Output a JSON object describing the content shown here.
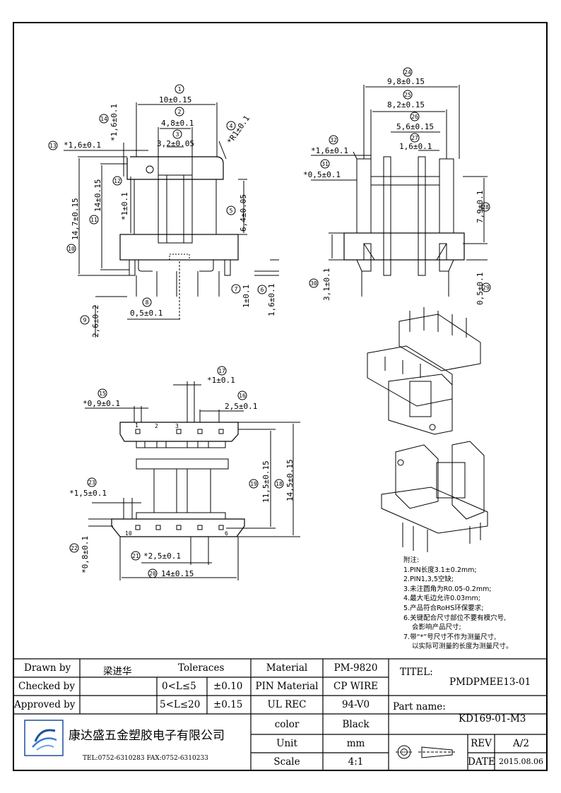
{
  "views": {
    "front": {
      "dims": {
        "d1": "10±0.15",
        "d2": "4,8±0.1",
        "d3": "3,2±0.05",
        "d4": "*R1±0.1",
        "d5": "6,4±0.05",
        "d6": "1,6±0.1",
        "d7": "1±0.1",
        "d8": "0,5±0.1",
        "d9": "2,6±0.2",
        "d10": "14,7±0.15",
        "d11": "14±0.15",
        "d12": "*1±0.1",
        "d13": "*1,6±0.1",
        "d14": "*1,6±0.1"
      }
    },
    "side": {
      "dims": {
        "d24": "9,8±0.15",
        "d25": "8,2±0.15",
        "d26": "5,6±0.15",
        "d27": "1,6±0.1",
        "d28": "7,9±0.1",
        "d29": "0,5±0.1",
        "d30": "3,1±0.1",
        "d31": "*0,5±0.1",
        "d32": "*1,6±0.1"
      }
    },
    "bottom": {
      "dims": {
        "d15": "*0,9±0.1",
        "d16": "2,5±0.1",
        "d17": "*1±0.1",
        "d18": "14,5±0.15",
        "d19": "11,5±0.15",
        "d20": "14±0.15",
        "d21": "*2,5±0.1",
        "d22": "*0,8±0.1",
        "d23": "*1,5±0.1"
      },
      "pin_labels": {
        "p1": "1",
        "p2": "2",
        "p3": "3",
        "p6": "6",
        "p10": "10"
      }
    }
  },
  "notes": {
    "title": "附注:",
    "items": [
      "1.PIN长度3.1±0.2mm;",
      "2.PIN1,3,5空缺;",
      "3.未注圆角为R0.05-0.2mm;",
      "4.最大毛边允许0.03mm;",
      "5.产品符合RoHS环保要求;",
      "6.关键配合尺寸部位不要有模穴号,",
      "  会影响产品尺寸;",
      "7.带“*”号尺寸不作为测量尺寸,",
      "  以实际可测量的长度为测量尺寸。"
    ]
  },
  "title_block": {
    "drawn_by_label": "Drawn by",
    "drawn_by_value": "梁进华",
    "checked_by_label": "Checked by",
    "approved_by_label": "Approved by",
    "tolerances_label": "Toleraces",
    "tol_range1": "0<L≤5",
    "tol_value1": "±0.10",
    "tol_range2": "5<L≤20",
    "tol_value2": "±0.15",
    "company": "康达盛五金塑胶电子有限公司",
    "contact": "TEL:0752-6310283  FAX:0752-6310233",
    "material_label": "Material",
    "material_value": "PM-9820",
    "pin_material_label": "PIN Material",
    "pin_material_value": "CP WIRE",
    "ul_label": "UL  REC",
    "ul_value": "94-V0",
    "color_label": "color",
    "color_value": "Black",
    "unit_label": "Unit",
    "unit_value": "mm",
    "scale_label": "Scale",
    "scale_value": "4:1",
    "titel_label": "TITEL:",
    "titel_value": "PMDPMEE13-01",
    "part_name_label": "Part name:",
    "part_name_value": "KD169-01-M3",
    "rev_label": "REV",
    "rev_value": "A/2",
    "date_label": "DATE",
    "date_value": "2015.08.06"
  }
}
